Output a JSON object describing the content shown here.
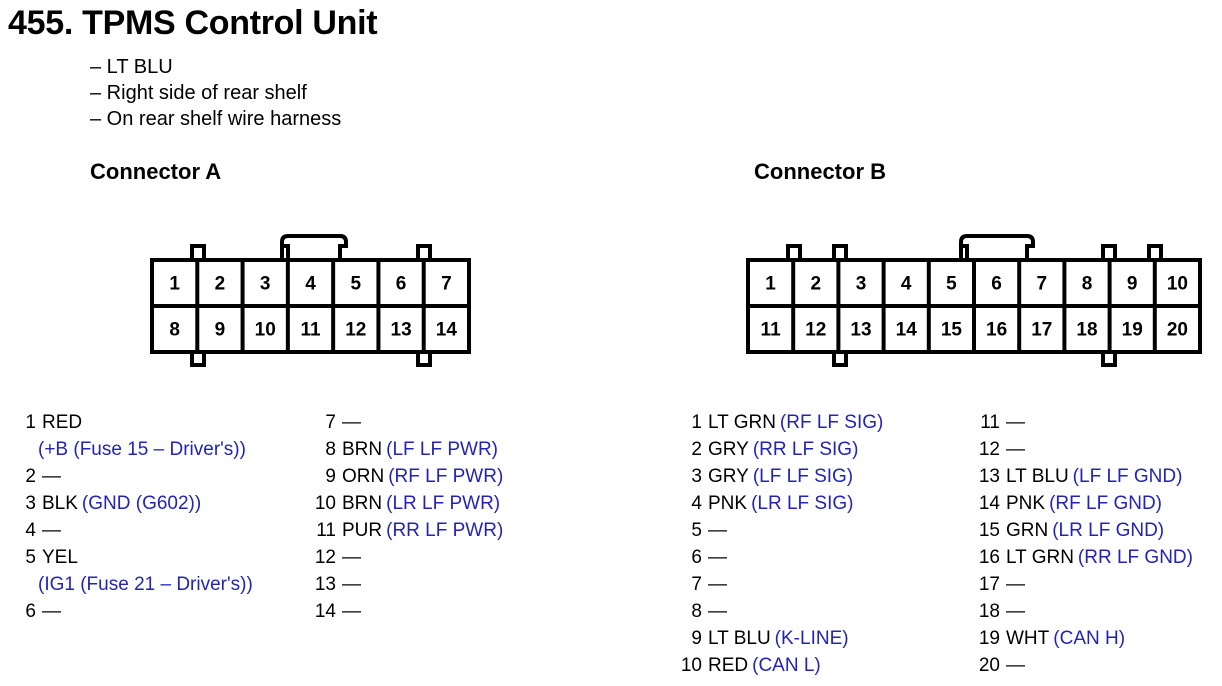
{
  "title": "455. TPMS Control Unit",
  "notes": [
    "– LT BLU",
    "– Right side of rear shelf",
    "– On rear shelf wire harness"
  ],
  "connector_a": {
    "heading": "Connector A",
    "top_row": [
      "1",
      "2",
      "3",
      "4",
      "5",
      "6",
      "7"
    ],
    "bottom_row": [
      "8",
      "9",
      "10",
      "11",
      "12",
      "13",
      "14"
    ],
    "pins_col1": [
      {
        "num": "1",
        "color": "RED",
        "desc": "",
        "cont": "(+B (Fuse 15 – Driver's))"
      },
      {
        "num": "2",
        "color": "",
        "desc": "",
        "dash": "—"
      },
      {
        "num": "3",
        "color": "BLK",
        "desc": "(GND (G602))"
      },
      {
        "num": "4",
        "color": "",
        "desc": "",
        "dash": "—"
      },
      {
        "num": "5",
        "color": "YEL",
        "desc": "",
        "cont": "(IG1 (Fuse 21 – Driver's))"
      },
      {
        "num": "6",
        "color": "",
        "desc": "",
        "dash": "—"
      }
    ],
    "pins_col2": [
      {
        "num": "7",
        "color": "",
        "desc": "",
        "dash": "—"
      },
      {
        "num": "8",
        "color": "BRN",
        "desc": "(LF LF PWR)"
      },
      {
        "num": "9",
        "color": "ORN",
        "desc": "(RF LF PWR)"
      },
      {
        "num": "10",
        "color": "BRN",
        "desc": "(LR LF PWR)"
      },
      {
        "num": "11",
        "color": "PUR",
        "desc": "(RR LF PWR)"
      },
      {
        "num": "12",
        "color": "",
        "desc": "",
        "dash": "—"
      },
      {
        "num": "13",
        "color": "",
        "desc": "",
        "dash": "—"
      },
      {
        "num": "14",
        "color": "",
        "desc": "",
        "dash": "—"
      }
    ]
  },
  "connector_b": {
    "heading": "Connector B",
    "top_row": [
      "1",
      "2",
      "3",
      "4",
      "5",
      "6",
      "7",
      "8",
      "9",
      "10"
    ],
    "bottom_row": [
      "11",
      "12",
      "13",
      "14",
      "15",
      "16",
      "17",
      "18",
      "19",
      "20"
    ],
    "pins_col1": [
      {
        "num": "1",
        "color": "LT GRN",
        "desc": "(RF LF SIG)"
      },
      {
        "num": "2",
        "color": "GRY",
        "desc": "(RR LF SIG)"
      },
      {
        "num": "3",
        "color": "GRY",
        "desc": "(LF LF SIG)"
      },
      {
        "num": "4",
        "color": "PNK",
        "desc": "(LR LF SIG)"
      },
      {
        "num": "5",
        "color": "",
        "desc": "",
        "dash": "—"
      },
      {
        "num": "6",
        "color": "",
        "desc": "",
        "dash": "—"
      },
      {
        "num": "7",
        "color": "",
        "desc": "",
        "dash": "—"
      },
      {
        "num": "8",
        "color": "",
        "desc": "",
        "dash": "—"
      },
      {
        "num": "9",
        "color": "LT BLU",
        "desc": "(K-LINE)"
      },
      {
        "num": "10",
        "color": "RED",
        "desc": "(CAN L)"
      }
    ],
    "pins_col2": [
      {
        "num": "11",
        "color": "",
        "desc": "",
        "dash": "—"
      },
      {
        "num": "12",
        "color": "",
        "desc": "",
        "dash": "—"
      },
      {
        "num": "13",
        "color": "LT BLU",
        "desc": "(LF LF GND)"
      },
      {
        "num": "14",
        "color": "PNK",
        "desc": "(RF LF GND)"
      },
      {
        "num": "15",
        "color": "GRN",
        "desc": "(LR LF GND)"
      },
      {
        "num": "16",
        "color": "LT GRN",
        "desc": "(RR LF GND)"
      },
      {
        "num": "17",
        "color": "",
        "desc": "",
        "dash": "—"
      },
      {
        "num": "18",
        "color": "",
        "desc": "",
        "dash": "—"
      },
      {
        "num": "19",
        "color": "WHT",
        "desc": "(CAN H)"
      },
      {
        "num": "20",
        "color": "",
        "desc": "",
        "dash": "—"
      }
    ]
  },
  "colors": {
    "text": "#000000",
    "description": "#2323b4",
    "background": "#ffffff"
  }
}
